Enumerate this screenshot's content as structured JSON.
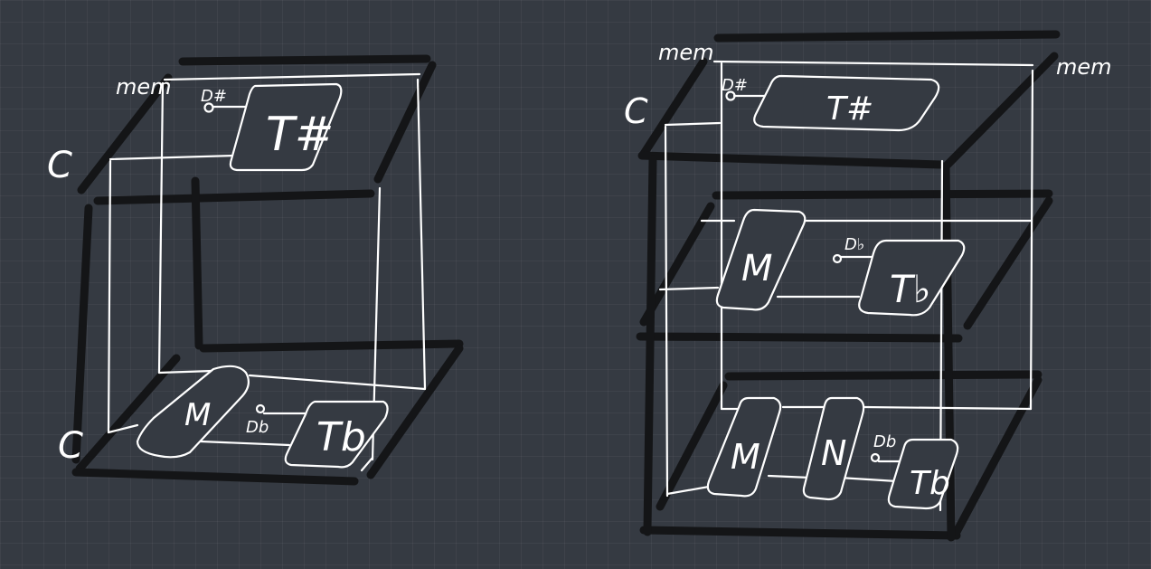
{
  "left_diagram": {
    "top_label": "mem",
    "top_core_label": "C",
    "bottom_core_label": "C",
    "top_thread_label": "T#",
    "top_driver_label": "D#",
    "bottom_module_label": "M",
    "bottom_driver_label": "Db",
    "bottom_thread_label": "Tb"
  },
  "right_diagram": {
    "top_left_label": "mem",
    "top_right_label": "mem",
    "core_label": "C",
    "top_thread_label": "T#",
    "top_driver_label": "D#",
    "mid_module_label": "M",
    "mid_driver_label": "D♭",
    "mid_thread_label": "T♭",
    "bottom_module_label": "M",
    "bottom_n_label": "N",
    "bottom_driver_label": "Db",
    "bottom_thread_label": "Tb"
  },
  "colors": {
    "background": "#353a42",
    "sketch_line": "#ffffff",
    "shelf_line": "#141517"
  }
}
